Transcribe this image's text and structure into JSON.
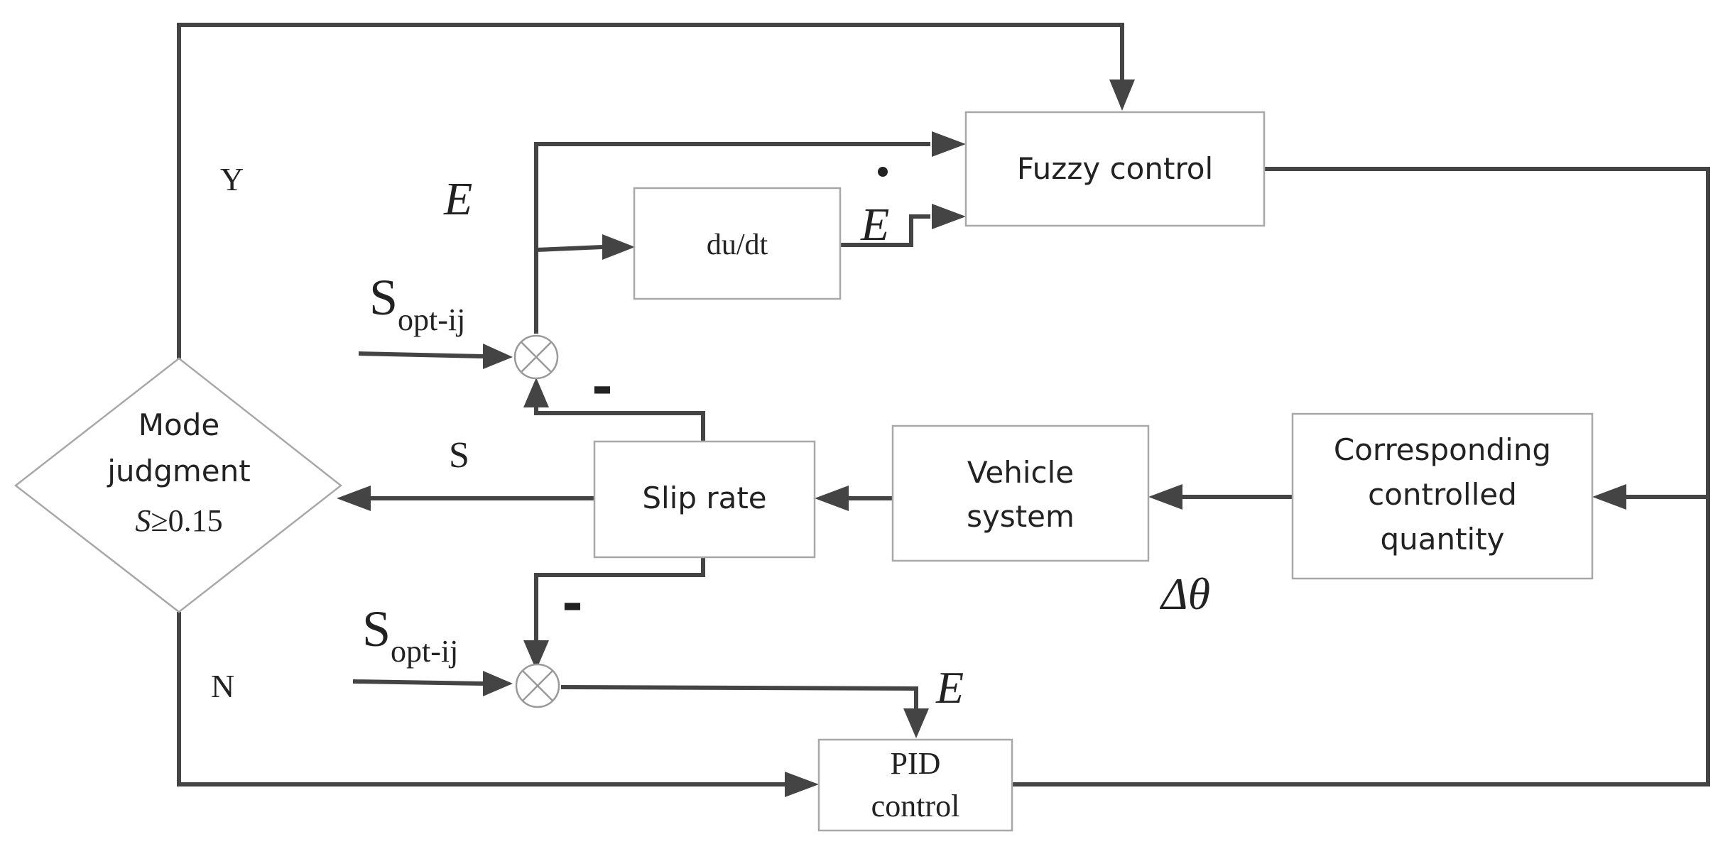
{
  "blocks": {
    "fuzzy": "Fuzzy control",
    "dudt": "du/dt",
    "slip": "Slip rate",
    "vehicle": [
      "Vehicle",
      "system"
    ],
    "corresponding": [
      "Corresponding",
      "controlled",
      "quantity"
    ],
    "pid": [
      "PID",
      "control"
    ],
    "mode": [
      "Mode",
      "judgment"
    ]
  },
  "mode_condition": {
    "var": "S",
    "op": "≥",
    "value": "0.15"
  },
  "branches": {
    "yes": "Y",
    "no": "N"
  },
  "signals": {
    "error": "E",
    "error_dot": "E",
    "slip": "S",
    "setpoint_base": "S",
    "setpoint_sub": "opt-ij",
    "delta_theta": "Δθ",
    "minus": "-"
  }
}
